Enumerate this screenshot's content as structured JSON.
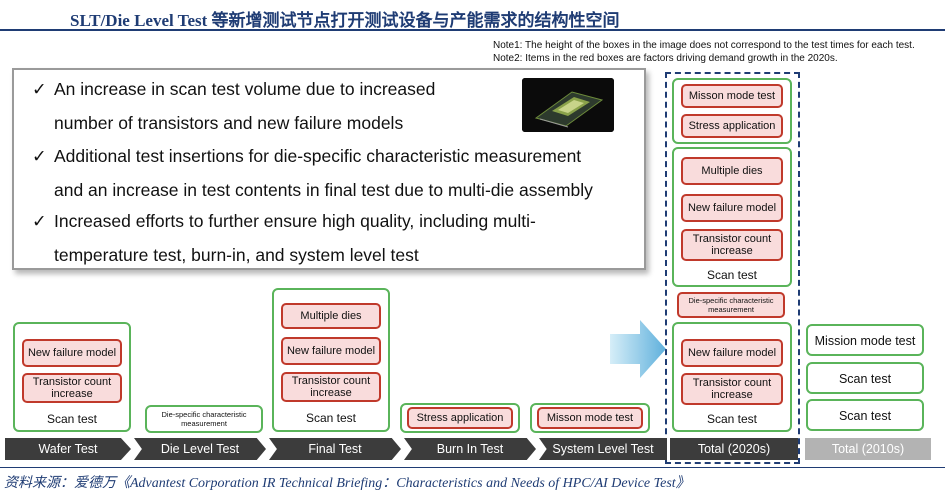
{
  "title": "SLT/Die Level Test 等新增测试节点打开测试设备与产能需求的结构性空间",
  "notes": [
    "Note1: The height of the boxes in the image does not correspond to the test times for each test.",
    "Note2: Items in the red boxes are factors driving demand  growth in the 2020s."
  ],
  "check_mark": "✓",
  "bullets": [
    {
      "line1": "An increase in scan test volume due to increased",
      "line2": "number of transistors and new failure models"
    },
    {
      "line1": "Additional test insertions for die-specific characteristic measurement",
      "line2": "and an increase in test contents in final test due to multi-die assembly"
    },
    {
      "line1": "Increased efforts to further ensure high quality, including multi-",
      "line2": "temperature test, burn-in, and system level test"
    }
  ],
  "columns": {
    "wafer": {
      "new_failure": "New failure model",
      "transistor": "Transistor count increase",
      "scan": "Scan test"
    },
    "die": {
      "die_specific": "Die-specific characteristic measurement"
    },
    "final": {
      "multiple": "Multiple dies",
      "new_failure": "New failure model",
      "transistor": "Transistor count increase",
      "scan": "Scan test"
    },
    "burnin": {
      "stress": "Stress application"
    },
    "system": {
      "mission": "Misson mode test"
    },
    "total2020": {
      "mission": "Misson mode test",
      "stress": "Stress application",
      "multiple": "Multiple dies",
      "new_failure": "New failure model",
      "transistor": "Transistor count increase",
      "scan": "Scan test",
      "die_specific": "Die-specific characteristic measurement",
      "new_failure2": "New failure model",
      "transistor2": "Transistor count increase",
      "scan2": "Scan test"
    },
    "total2010": {
      "mission": "Mission mode test",
      "scan1": "Scan test",
      "scan2": "Scan test"
    }
  },
  "stages": [
    "Wafer Test",
    "Die Level Test",
    "Final Test",
    "Burn In Test",
    "System Level Test",
    "Total (2020s)",
    "Total (2010s)"
  ],
  "source": "资料来源：爱德万《Advantest Corporation IR Technical Briefing：Characteristics and Needs of HPC/AI Device Test》",
  "colors": {
    "title": "#1f3c74",
    "green_border": "#5ab45a",
    "red_border": "#c0392b",
    "red_fill": "#f9dcdc",
    "stage_bar": "#3c3c3c",
    "stage_gray": "#b3b3b3",
    "arrow": "#8cc8e8"
  }
}
